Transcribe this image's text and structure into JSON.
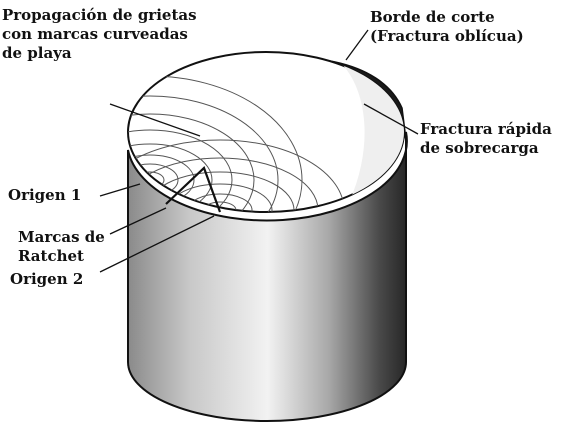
{
  "labels": {
    "propagation": {
      "line1": "Propagación de grietas",
      "line2": "con marcas curveadas",
      "line3": "de playa"
    },
    "cut_edge": {
      "line1": "Borde de corte",
      "line2": "(Fractura oblícua)"
    },
    "fast_fracture": {
      "line1": "Fractura rápida",
      "line2": "de sobrecarga"
    },
    "origin_1": "Origen 1",
    "ratchet_marks": {
      "line1": "Marcas de",
      "line2": "Ratchet"
    },
    "origin_2": "Origen 2"
  },
  "colors": {
    "ink": "#111111",
    "fracture_face": "#ffffff",
    "shaft_light": "#f2f2f2",
    "shaft_dark": "#262626",
    "cut_edge": "#1a1a1a"
  }
}
